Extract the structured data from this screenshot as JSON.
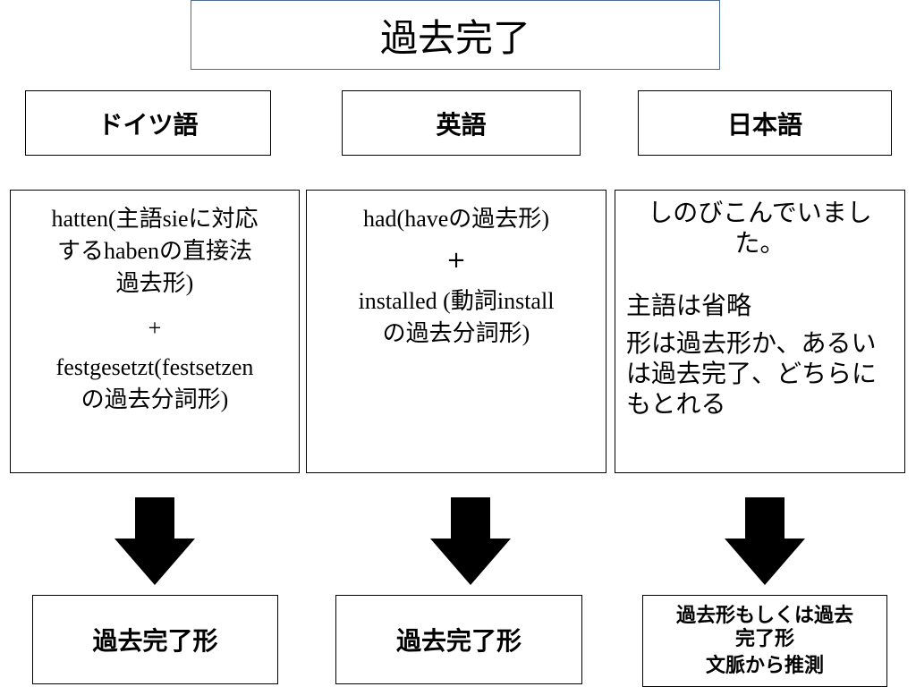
{
  "title": "過去完了",
  "columns": [
    {
      "language": "ドイツ語",
      "desc_lines": [
        [
          "hatten(",
          "主語",
          "sie",
          "に対応"
        ],
        [
          "する",
          "haben",
          "の直接法"
        ],
        [
          "過去形",
          ")"
        ],
        [
          "+"
        ],
        [
          "festgesetzt(festsetzen"
        ],
        [
          "の過去分詞形",
          ")"
        ]
      ],
      "result": "過去完了形"
    },
    {
      "language": "英語",
      "desc_lines": [
        [
          "had(have",
          "の過去形",
          ")"
        ],
        [
          "+"
        ],
        [
          "installed (",
          "動詞",
          "install"
        ],
        [
          "の過去分詞形",
          ")"
        ]
      ],
      "result": "過去完了形"
    },
    {
      "language": "日本語",
      "desc_example": "しのびこんでいました。",
      "desc_notes": [
        "主語は省略",
        "形は過去形か、あるいは過去完了、どちらにもとれる"
      ],
      "result_lines": [
        "過去形もしくは過去",
        "完了形",
        "文脈から推測"
      ]
    }
  ]
}
